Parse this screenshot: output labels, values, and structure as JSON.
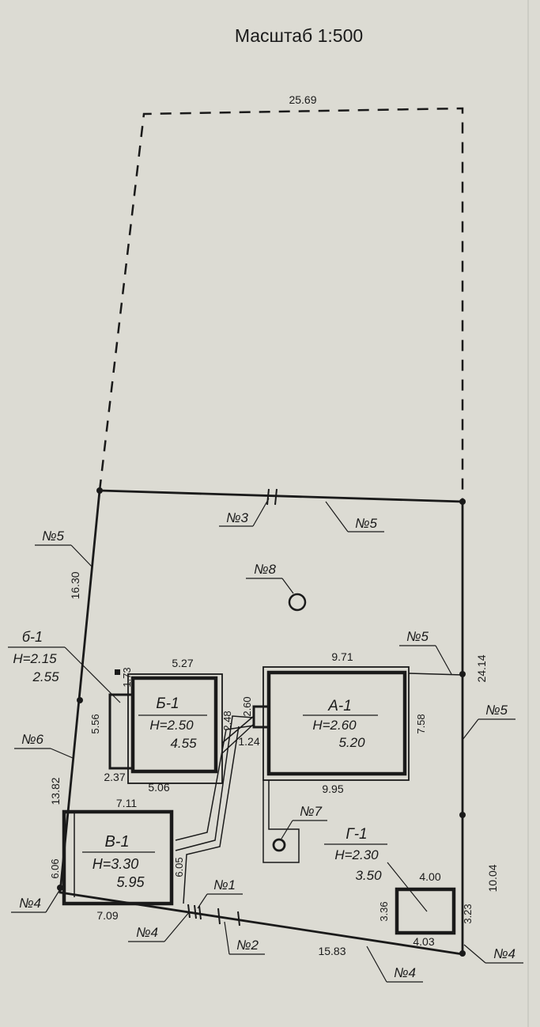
{
  "scale_title": "Масштаб 1:500",
  "dimensions": {
    "top": "25.69",
    "left_upper": "16.30",
    "left_lower": "13.82",
    "left_bottom": "6.06",
    "right_upper": "24.14",
    "right_lower": "10.04",
    "right_bottom": "3.23",
    "bottom_left": "7.09",
    "bottom_right": "15.83",
    "a_top": "9.71",
    "a_bottom": "9.95",
    "a_side": "7.58",
    "b_top": "5.27",
    "b_bottom": "5.06",
    "b_left": "5.56",
    "b_small_top": "1.73",
    "b_small_bottom": "2.37",
    "v_top": "7.11",
    "v_side": "6.05",
    "g_top": "4.00",
    "g_bottom": "4.03",
    "g_side": "3.36",
    "conn_1": "2.48",
    "conn_2": "2.60",
    "conn_3": "1.24"
  },
  "buildings": {
    "a1": {
      "name": "А-1",
      "h": "H=2.60",
      "area": "5.20"
    },
    "b1": {
      "name": "Б-1",
      "h": "H=2.50",
      "area": "4.55"
    },
    "b1_small": {
      "name": "б-1",
      "h": "H=2.15",
      "area": "2.55"
    },
    "v1": {
      "name": "В-1",
      "h": "H=3.30",
      "area": "5.95"
    },
    "g1": {
      "name": "Г-1",
      "h": "H=2.30",
      "area": "3.50"
    }
  },
  "markers": {
    "n1": "№1",
    "n2": "№2",
    "n3": "№3",
    "n4": "№4",
    "n5": "№5",
    "n6": "№6",
    "n7": "№7",
    "n8": "№8"
  }
}
